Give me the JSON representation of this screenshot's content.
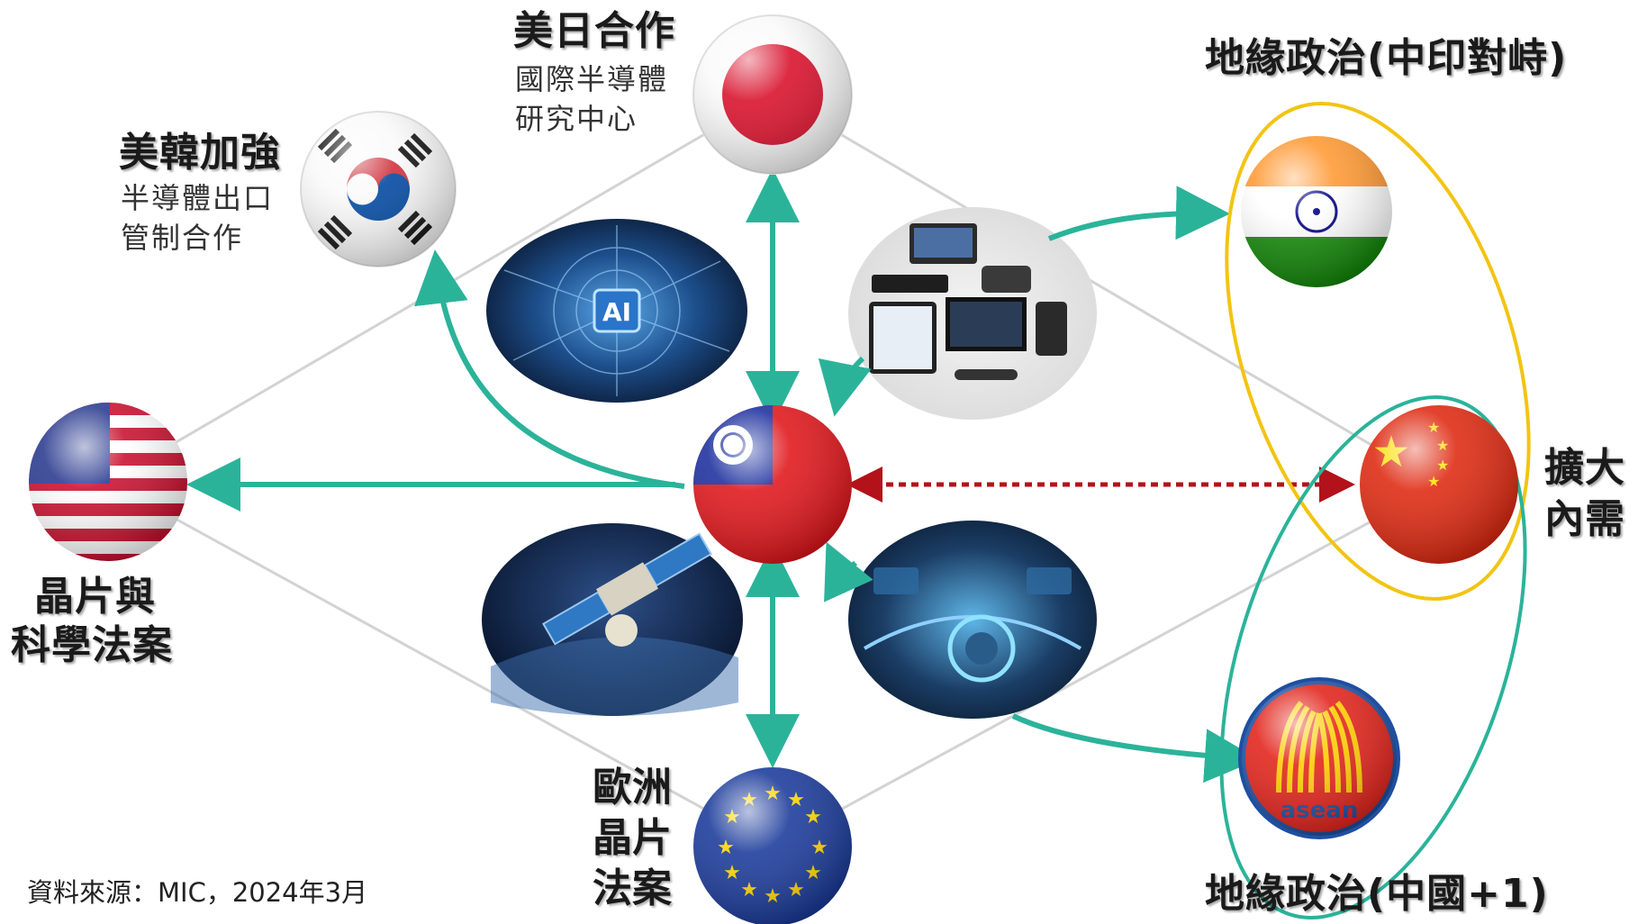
{
  "labels": {
    "japan_title": "美日合作",
    "japan_sub1": "國際半導體",
    "japan_sub2": "研究中心",
    "korea_title": "美韓加強",
    "korea_sub1": "半導體出口",
    "korea_sub2": "管制合作",
    "us_line1": "晶片與",
    "us_line2": "科學法案",
    "eu_line1": "歐洲",
    "eu_line2": "晶片",
    "eu_line3": "法案",
    "geo_india": "地緣政治(中印對峙)",
    "geo_china": "地緣政治(中國+1)",
    "china_line1": "擴大",
    "china_line2": "內需",
    "asean_text": "asean",
    "ai_text": "AI",
    "source": "資料來源：MIC，2024年3月"
  },
  "colors": {
    "arrow": "#2bb39a",
    "dashed": "#b3121a",
    "india_ring": "#f2c413",
    "china_ring": "#2bb39a",
    "diamond": "#d0d0d0"
  },
  "icons": {
    "taiwan": "taiwan-flag-icon",
    "us": "us-flag-icon",
    "japan": "japan-flag-icon",
    "korea": "korea-flag-icon",
    "eu": "eu-flag-icon",
    "india": "india-flag-icon",
    "china": "china-flag-icon",
    "asean": "asean-logo-icon"
  }
}
